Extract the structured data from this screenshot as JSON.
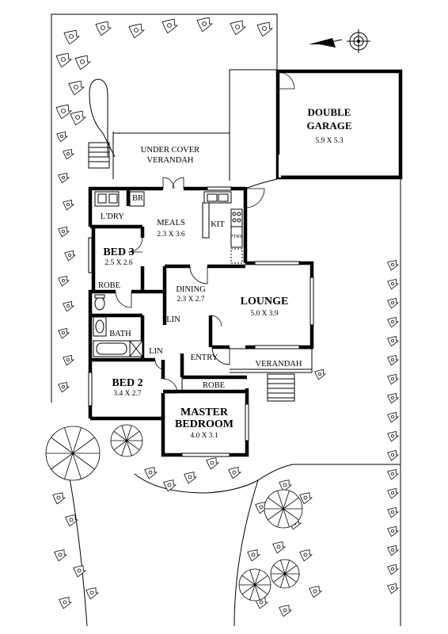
{
  "rooms": {
    "double_garage": {
      "name_line1": "DOUBLE",
      "name_line2": "GARAGE",
      "dims": "5.9 X 5.3"
    },
    "under_cover_verandah": {
      "name_line1": "UNDER COVER",
      "name_line2": "VERANDAH"
    },
    "laundry": {
      "name": "L'DRY"
    },
    "broom": {
      "name": "BR"
    },
    "meals": {
      "name": "MEALS",
      "dims": "2.3 X 3.6"
    },
    "kitchen": {
      "name": "KIT"
    },
    "pantry": {
      "name": "PTRY"
    },
    "bed3": {
      "name": "BED 3",
      "dims": "2.5 X 2.6"
    },
    "robe_bed3": {
      "name": "ROBE"
    },
    "dining": {
      "name": "DINING",
      "dims": "2.3 X 2.7"
    },
    "lounge": {
      "name": "LOUNGE",
      "dims": "5.0 X 3.9"
    },
    "linen1": {
      "name": "LIN"
    },
    "bath": {
      "name": "BATH"
    },
    "linen2": {
      "name": "LIN"
    },
    "entry": {
      "name": "ENTRY"
    },
    "front_verandah": {
      "name": "VERANDAH"
    },
    "bed2": {
      "name": "BED 2",
      "dims": "3.4 X 2.7"
    },
    "robe_master": {
      "name": "ROBE"
    },
    "master": {
      "name_line1": "MASTER",
      "name_line2": "BEDROOM",
      "dims": "4.0 X 3.1"
    }
  },
  "icons": {
    "north_arrow": "north-arrow-icon",
    "compass": "compass-icon",
    "tree": "tree-icon"
  }
}
